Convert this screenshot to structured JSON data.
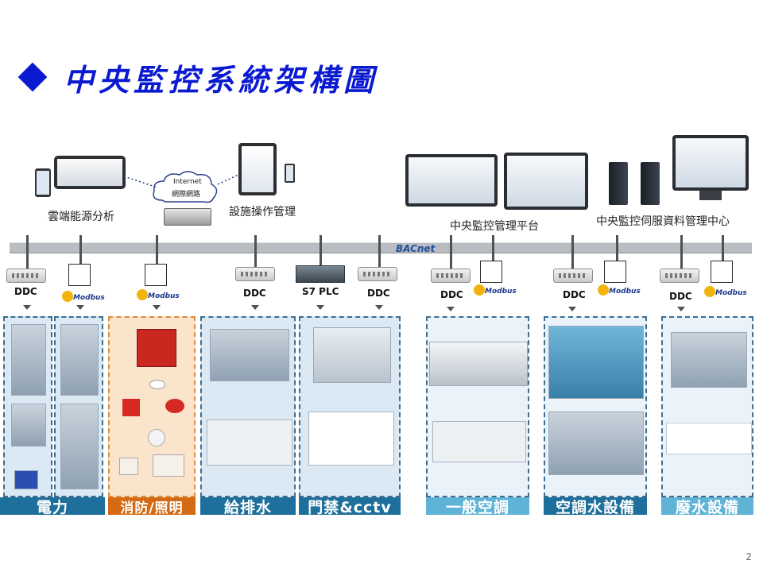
{
  "title": "中央監控系統架構圖",
  "page_number": "2",
  "top_labels": {
    "cloud_analysis": "雲端能源分析",
    "facility_management": "設施操作管理",
    "monitoring_platform": "中央監控管理平台",
    "server_center": "中央監控伺服資料管理中心",
    "cloud_line1": "Internet",
    "cloud_line2": "網際網路",
    "bacnet": "BACnet"
  },
  "devices": {
    "ddc": "DDC",
    "plc": "S7 PLC",
    "modbus": "Modbus"
  },
  "categories": [
    "電力",
    "消防/照明",
    "給排水",
    "門禁&cctv",
    "一般空調",
    "空調水設備",
    "廢水設備"
  ],
  "colors": {
    "title": "#0a1ad1",
    "bar_dark": "#1e6f9b",
    "bar_orange": "#d46a13",
    "bar_light": "#5fb3d6"
  }
}
